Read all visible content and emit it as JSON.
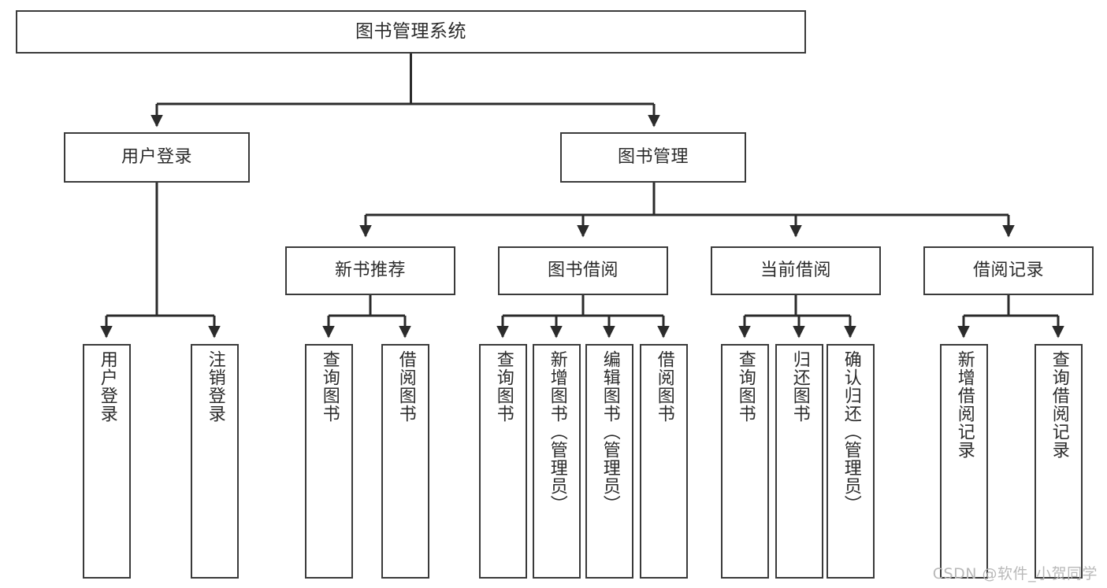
{
  "diagram": {
    "type": "tree",
    "title": "图书管理系统",
    "root": {
      "label": "图书管理系统"
    },
    "level2": [
      {
        "label": "用户登录"
      },
      {
        "label": "图书管理"
      }
    ],
    "level3": [
      {
        "label": "新书推荐"
      },
      {
        "label": "图书借阅"
      },
      {
        "label": "当前借阅"
      },
      {
        "label": "借阅记录"
      }
    ],
    "leaves": {
      "user_login": [
        {
          "label": "用户登录"
        },
        {
          "label": "注销登录"
        }
      ],
      "new_book": [
        {
          "label": "查询图书"
        },
        {
          "label": "借阅图书"
        }
      ],
      "book_borrow": [
        {
          "label": "查询图书"
        },
        {
          "label": "新增图书（管理员）"
        },
        {
          "label": "编辑图书（管理员）"
        },
        {
          "label": "借阅图书"
        }
      ],
      "current_borrow": [
        {
          "label": "查询图书"
        },
        {
          "label": "归还图书"
        },
        {
          "label": "确认归还（管理员）"
        }
      ],
      "borrow_record": [
        {
          "label": "新增借阅记录"
        },
        {
          "label": "查询借阅记录"
        }
      ]
    }
  },
  "watermark": {
    "text": "CSDN @软件_小贺同学"
  },
  "colors": {
    "box_border": "#3a3a3a",
    "box_fill": "#ffffff",
    "text": "#2b2b2b",
    "connector": "#2b2b2b",
    "watermark": "#b9b9b9"
  }
}
